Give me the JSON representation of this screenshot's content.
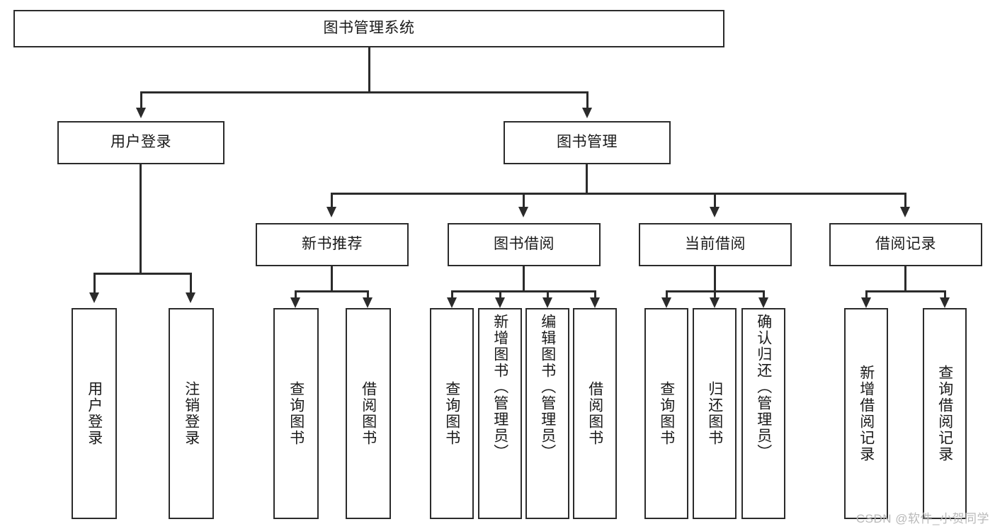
{
  "diagram": {
    "title": "图书管理系统",
    "root": {
      "label": "图书管理系统"
    },
    "level2": [
      {
        "label": "用户登录"
      },
      {
        "label": "图书管理"
      }
    ],
    "level3": [
      {
        "label": "新书推荐"
      },
      {
        "label": "图书借阅"
      },
      {
        "label": "当前借阅"
      },
      {
        "label": "借阅记录"
      }
    ],
    "leaves": [
      {
        "label": "用户登录"
      },
      {
        "label": "注销登录"
      },
      {
        "label": "查询图书"
      },
      {
        "label": "借阅图书"
      },
      {
        "label": "查询图书"
      },
      {
        "label": "新增图书（管理员）"
      },
      {
        "label": "编辑图书（管理员）"
      },
      {
        "label": "借阅图书"
      },
      {
        "label": "查询图书"
      },
      {
        "label": "归还图书"
      },
      {
        "label": "确认归还（管理员）"
      },
      {
        "label": "新增借阅记录"
      },
      {
        "label": "查询借阅记录"
      }
    ]
  },
  "watermark": {
    "text": "CSDN @软件_小贺同学"
  },
  "colors": {
    "border": "#2b2b2b",
    "background": "#ffffff",
    "text": "#1a1a1a",
    "watermark": "#b9b9b9"
  }
}
